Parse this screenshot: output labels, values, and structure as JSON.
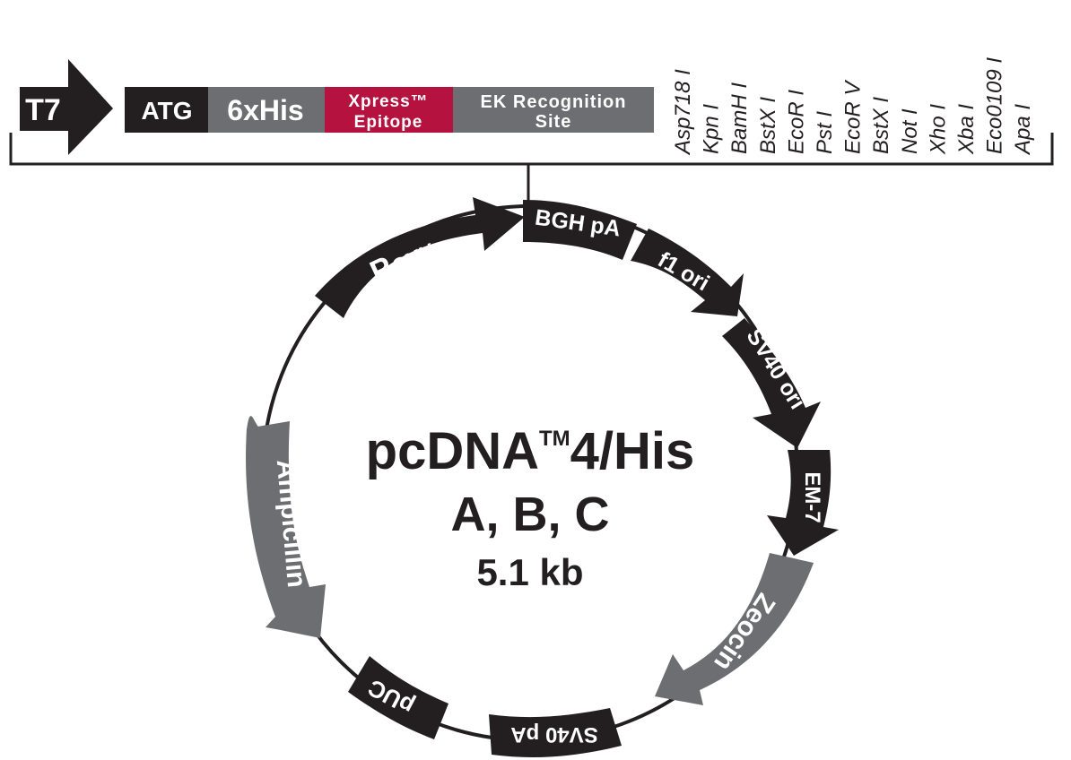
{
  "colors": {
    "dark": "#231f20",
    "gray": "#6d6e71",
    "crimson": "#b5123f",
    "line": "#231f20",
    "white": "#ffffff"
  },
  "header": {
    "t7": "T7",
    "atg": "ATG",
    "his": "6xHis",
    "xpress_line1": "Xpress™",
    "xpress_line2": "Epitope",
    "ek_line1": "EK Recognition",
    "ek_line2": "Site"
  },
  "restriction_sites": [
    "Asp718 I",
    "Kpn I",
    "BamH I",
    "BstX I",
    "EcoR I",
    "Pst I",
    "EcoR V",
    "BstX I",
    "Not I",
    "Xho I",
    "Xba I",
    "Eco0109 I",
    "Apa I"
  ],
  "plasmid": {
    "name_main": "pcDNA",
    "name_tm": "TM",
    "name_suffix": "4/His",
    "variants": "A, B, C",
    "size": "5.1 kb"
  },
  "features": {
    "pcmv_p": "P",
    "pcmv_sub": "CMV",
    "bgh_pa": "BGH pA",
    "f1_ori": "f1 ori",
    "sv40_ori": "SV40 ori",
    "em7": "EM-7",
    "zeocin": "Zeocin",
    "sv40_pa": "SV40 pA",
    "puc": "pUC",
    "ampicillin": "Ampicillin"
  }
}
